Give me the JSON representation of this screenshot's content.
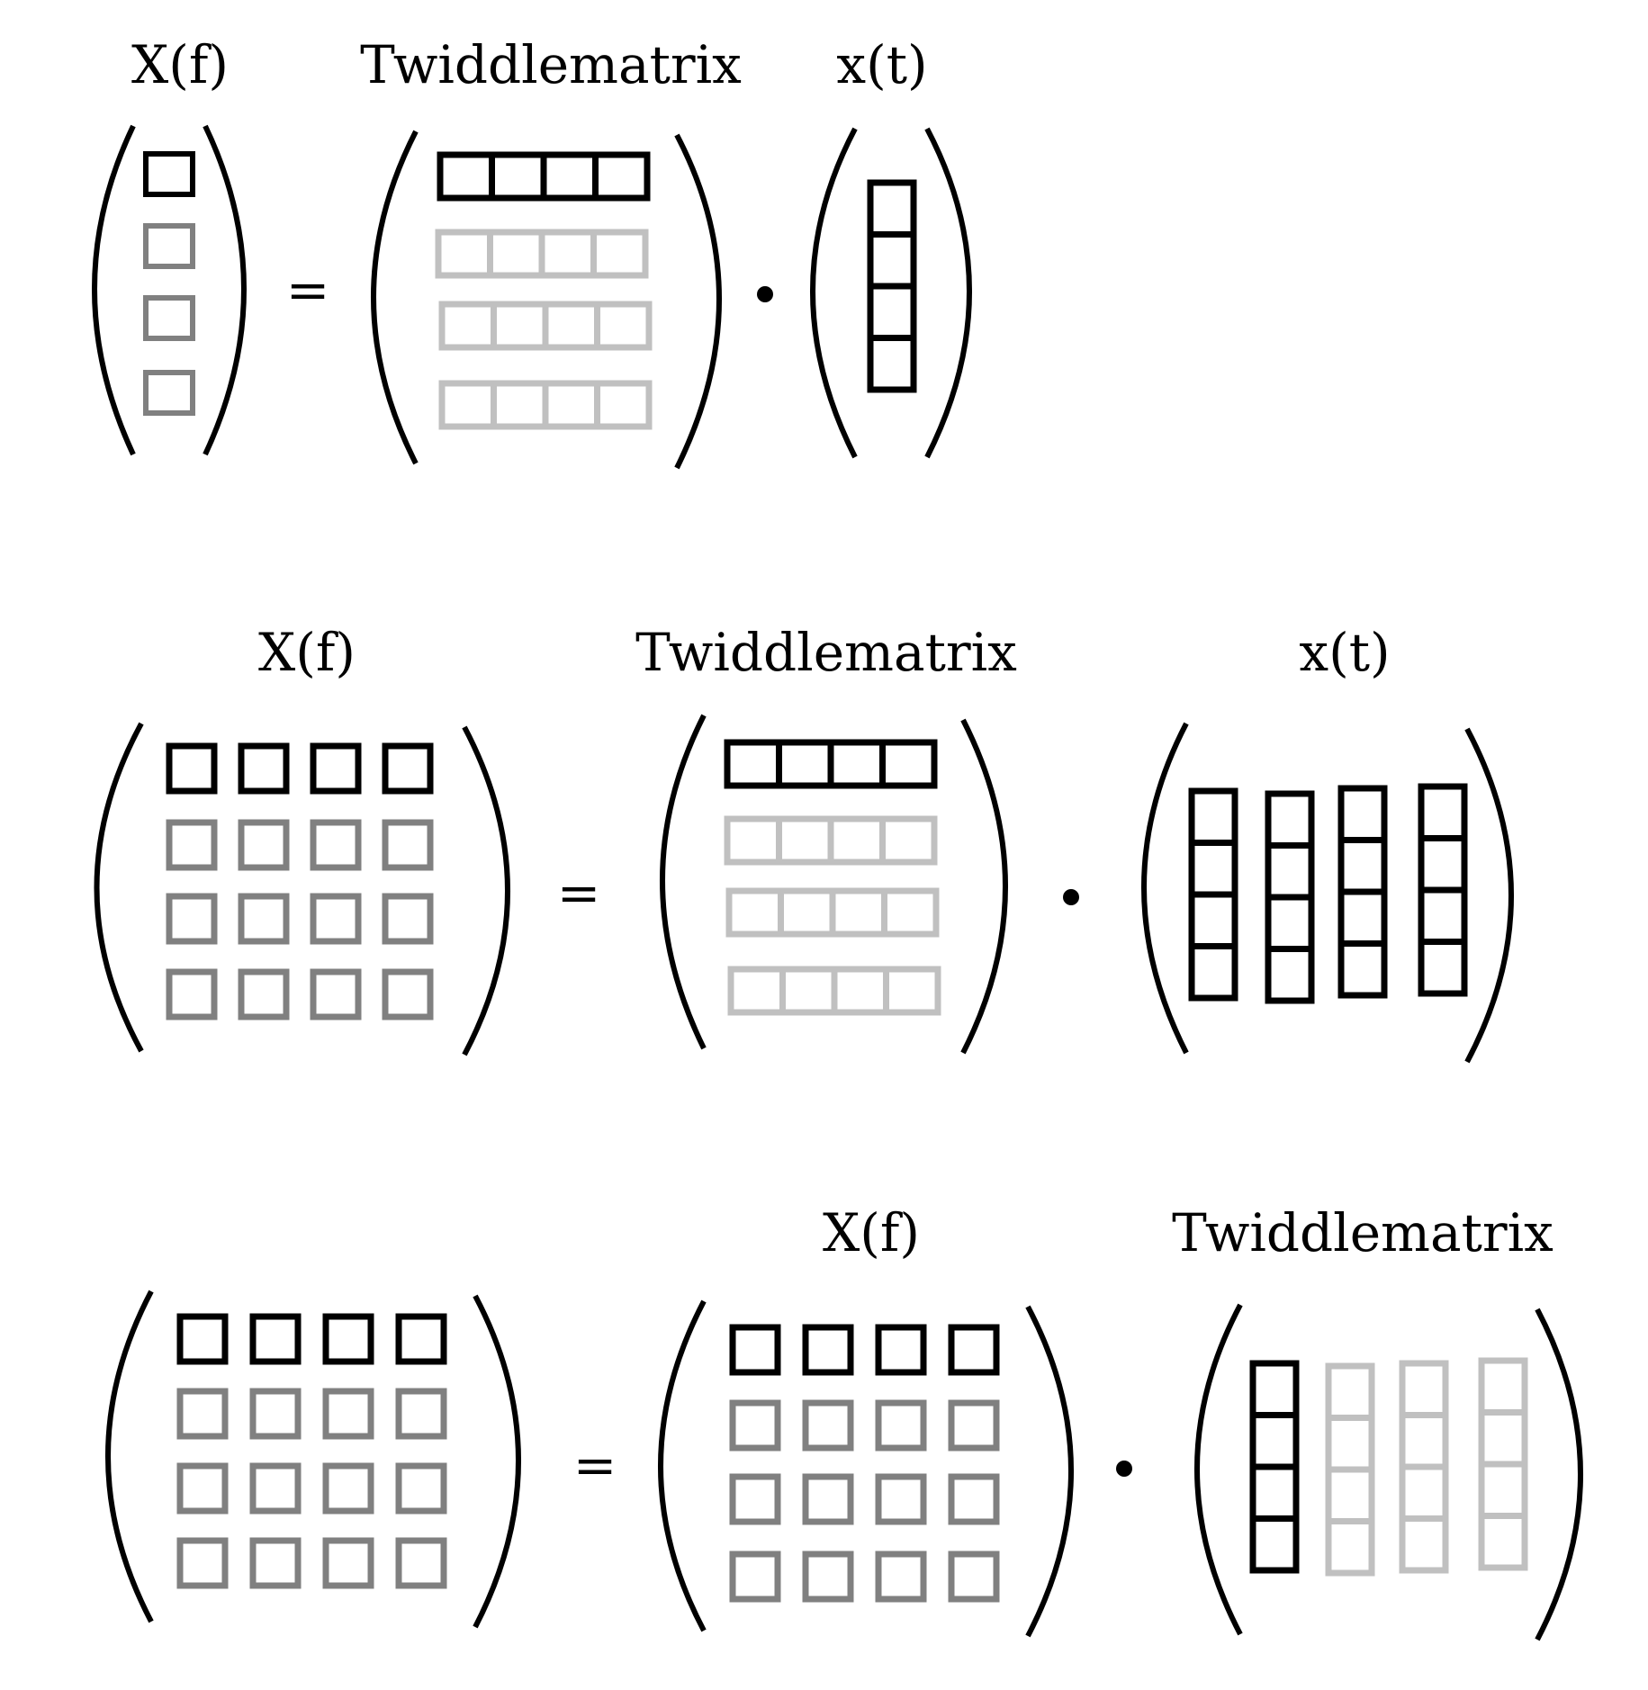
{
  "colors": {
    "black": "#000000",
    "dark_gray": "#808080",
    "light_gray": "#c0c0c0"
  },
  "symbols": {
    "equals": "=",
    "dot": "·"
  },
  "equations": [
    {
      "labels": [
        {
          "text": "X(f)"
        },
        {
          "text": "Twiddlematrix"
        },
        {
          "text": "x(t)"
        }
      ],
      "lhs": {
        "shape": "column-vector",
        "size": 4,
        "row_colors": [
          "black",
          "dark_gray",
          "dark_gray",
          "dark_gray"
        ]
      },
      "twiddle": {
        "shape": "row-blocks",
        "size": 4,
        "row_colors": [
          "black",
          "light_gray",
          "light_gray",
          "light_gray"
        ]
      },
      "rhs": {
        "shape": "column-blocks",
        "count": 1,
        "column_colors": [
          "black"
        ]
      }
    },
    {
      "labels": [
        {
          "text": "X(f)"
        },
        {
          "text": "Twiddlematrix"
        },
        {
          "text": "x(t)"
        }
      ],
      "lhs": {
        "shape": "square-grid",
        "size": 4,
        "row_colors": [
          "black",
          "dark_gray",
          "dark_gray",
          "dark_gray"
        ]
      },
      "twiddle": {
        "shape": "row-blocks",
        "size": 4,
        "row_colors": [
          "black",
          "light_gray",
          "light_gray",
          "light_gray"
        ]
      },
      "rhs": {
        "shape": "column-blocks",
        "count": 4,
        "column_colors": [
          "black",
          "black",
          "black",
          "black"
        ]
      }
    },
    {
      "labels": [
        {
          "text": "X(f)"
        },
        {
          "text": "Twiddlematrix"
        }
      ],
      "lhs": {
        "shape": "square-grid",
        "size": 4,
        "row_colors": [
          "black",
          "dark_gray",
          "dark_gray",
          "dark_gray"
        ]
      },
      "middle": {
        "shape": "square-grid",
        "size": 4,
        "row_colors": [
          "black",
          "dark_gray",
          "dark_gray",
          "dark_gray"
        ]
      },
      "rhs": {
        "shape": "column-blocks",
        "count": 4,
        "column_colors": [
          "black",
          "light_gray",
          "light_gray",
          "light_gray"
        ]
      }
    }
  ]
}
